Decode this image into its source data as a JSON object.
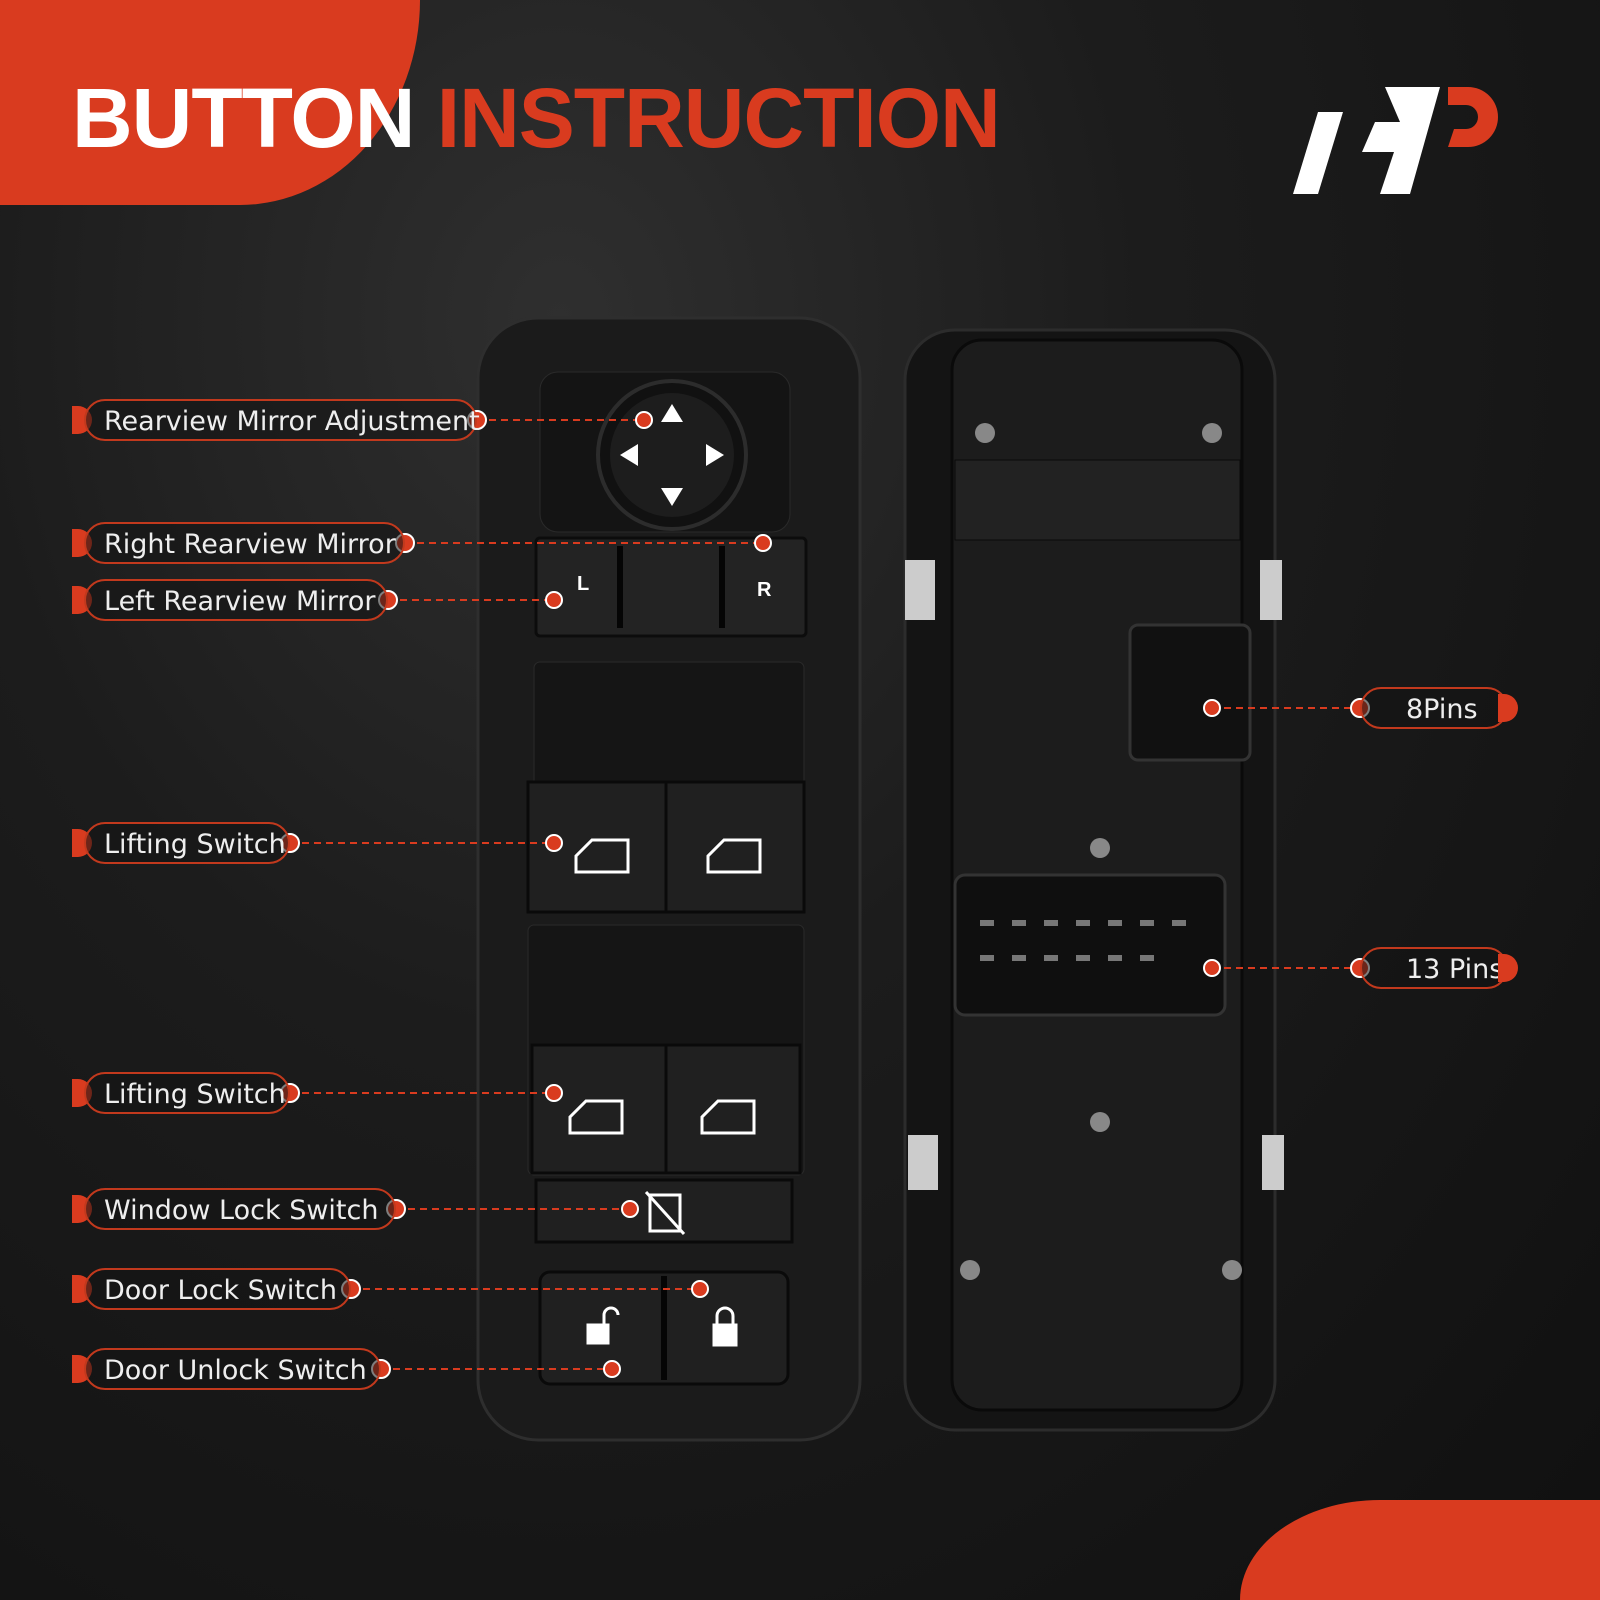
{
  "title": {
    "part1": "BUTTON",
    "part2": "INSTRUCTION"
  },
  "logo": {
    "name": "brand-logo",
    "color": "#d93b1f"
  },
  "colors": {
    "accent": "#d93b1f",
    "background": "#161616",
    "text": "#eeeeee"
  },
  "callouts_left": [
    {
      "label": "Rearview Mirror Adjustment"
    },
    {
      "label": "Right Rearview Mirror"
    },
    {
      "label": "Left Rearview Mirror"
    },
    {
      "label": "Lifting Switch"
    },
    {
      "label": "Lifting Switch"
    },
    {
      "label": "Window Lock Switch"
    },
    {
      "label": "Door Lock Switch"
    },
    {
      "label": "Door Unlock Switch"
    }
  ],
  "callouts_right": [
    {
      "label": "8Pins"
    },
    {
      "label": "13 Pins"
    }
  ],
  "switch_labels": {
    "left": "L",
    "right": "R"
  }
}
